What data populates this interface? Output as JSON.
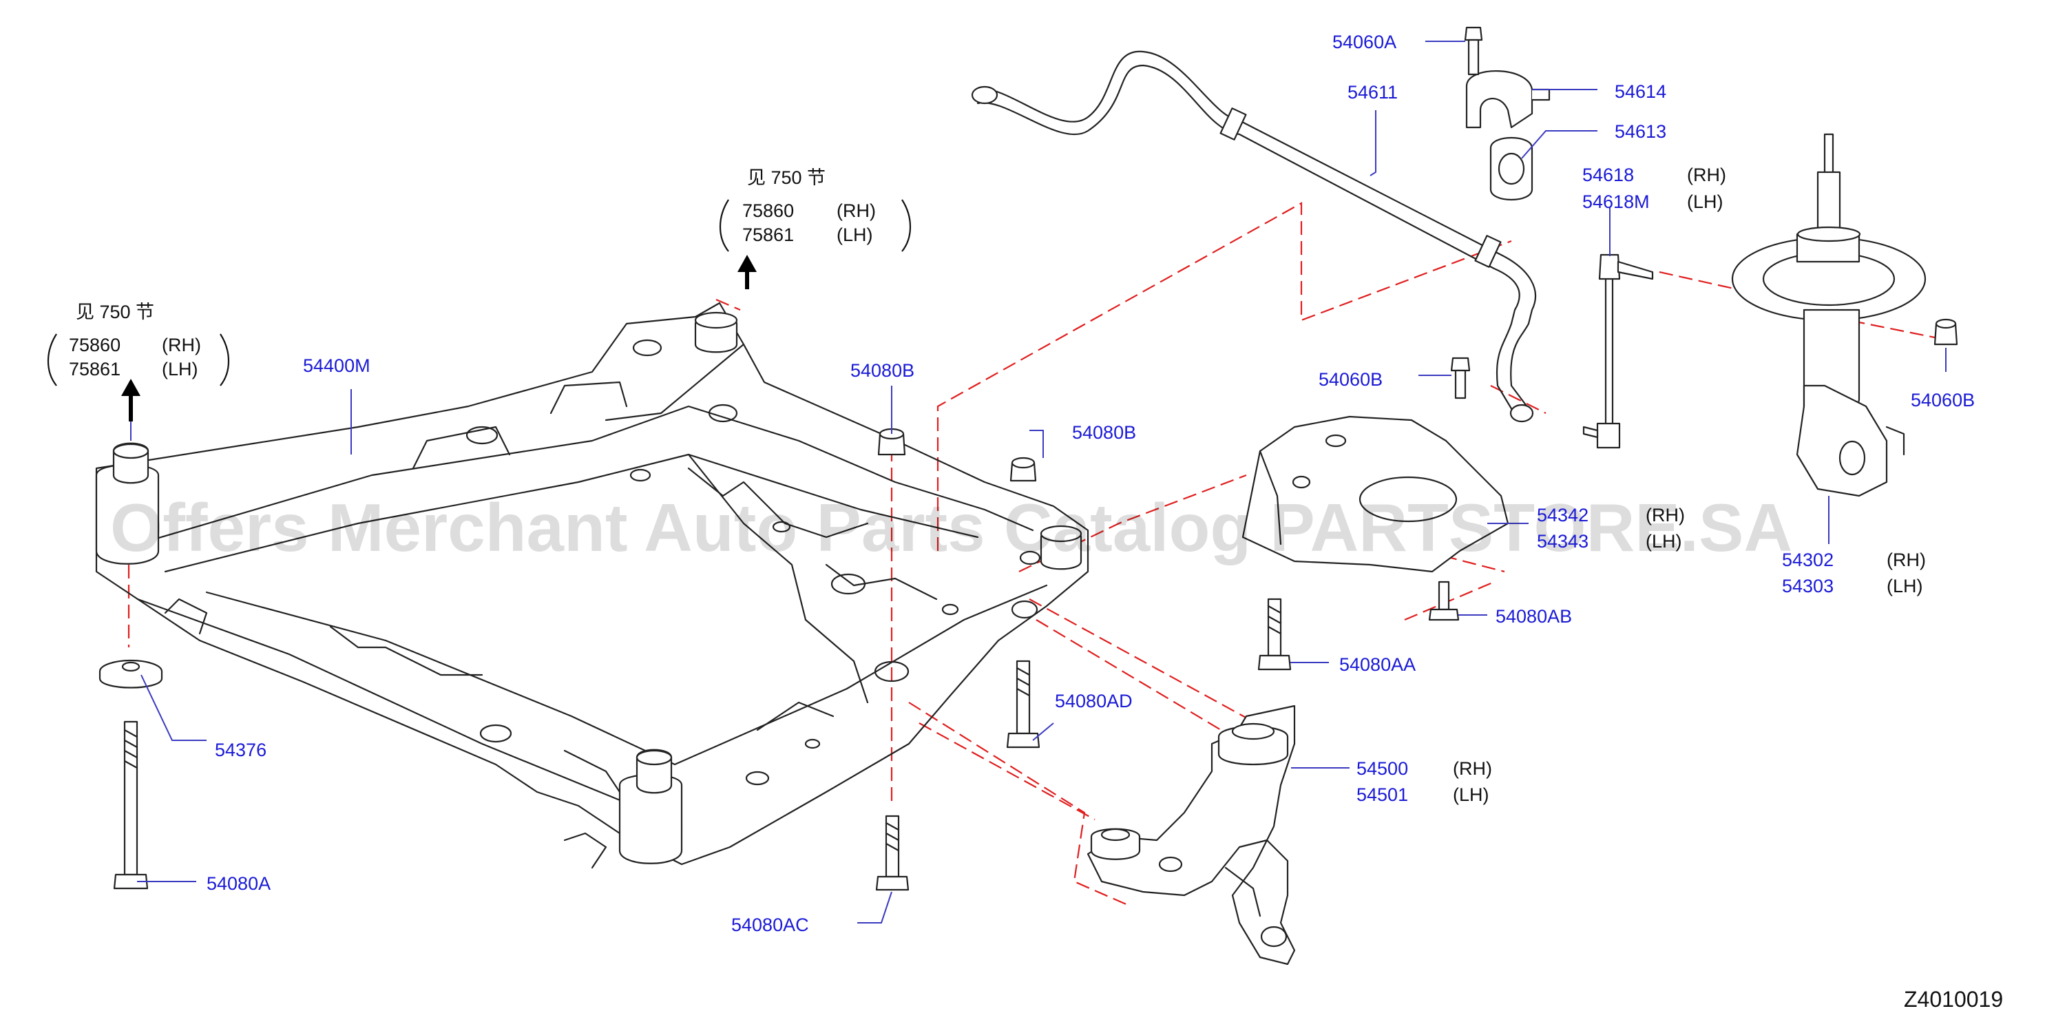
{
  "diagram": {
    "drawing_code": "Z4010019",
    "watermark": "Offers Merchant Auto Parts Catalog PARTSTORE.SA",
    "accent_color": "#1a1ad6",
    "dashed_color": "#e01e1e",
    "refs": [
      {
        "see": "见 750  节",
        "rh_no": "75860",
        "rh": "(RH)",
        "lh_no": "75861",
        "lh": "(LH)"
      },
      {
        "see": "见 750  节",
        "rh_no": "75860",
        "rh": "(RH)",
        "lh_no": "75861",
        "lh": "(LH)"
      }
    ],
    "parts": {
      "p54400M": "54400M",
      "p54376": "54376",
      "p54080A": "54080A",
      "p54080B_1": "54080B",
      "p54080B_2": "54080B",
      "p54080AC": "54080AC",
      "p54080AD": "54080AD",
      "p54080AA": "54080AA",
      "p54080AB": "54080AB",
      "p54060A": "54060A",
      "p54611": "54611",
      "p54614": "54614",
      "p54613": "54613",
      "p54618": "54618",
      "p54618M": "54618M",
      "p54060B_1": "54060B",
      "p54060B_2": "54060B",
      "p54342": "54342",
      "p54343": "54343",
      "p54302": "54302",
      "p54303": "54303",
      "p54500": "54500",
      "p54501": "54501"
    },
    "sides": {
      "rh": "(RH)",
      "lh": "(LH)"
    }
  }
}
